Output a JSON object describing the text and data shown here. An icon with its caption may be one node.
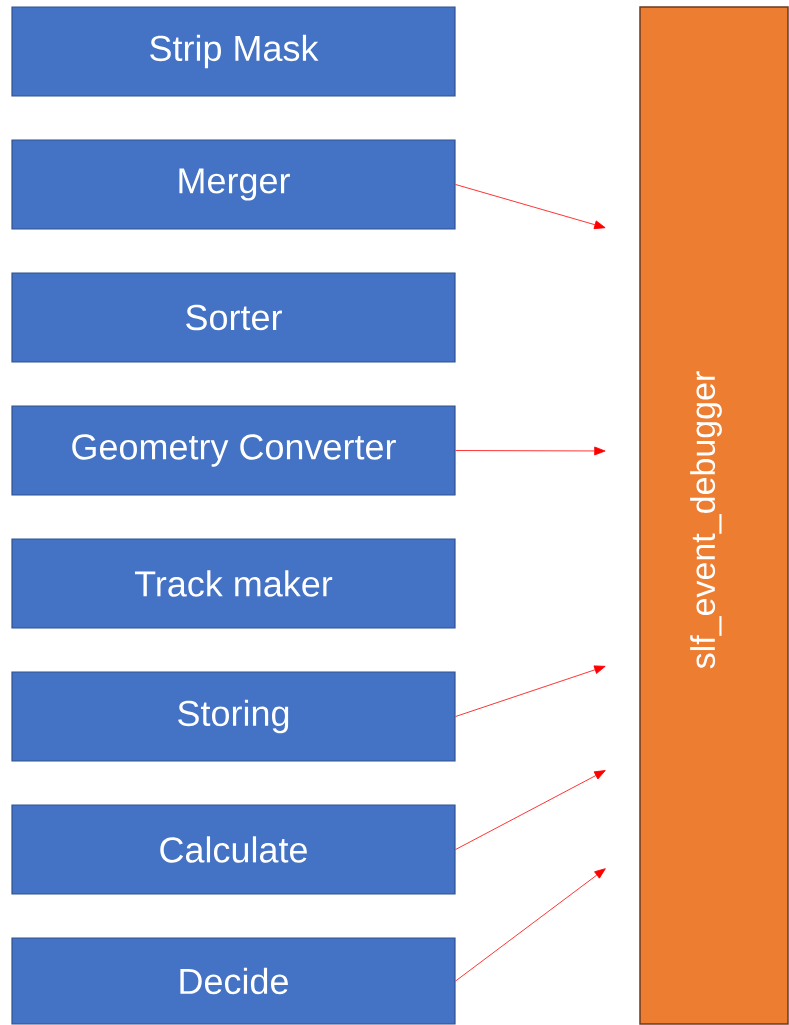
{
  "diagram": {
    "nodes": [
      {
        "text": [
          "Strip Mask"
        ]
      },
      {
        "text": [
          "Merger"
        ]
      },
      {
        "text": [
          "Sorter"
        ]
      },
      {
        "text": [
          "Geometry Converter"
        ]
      },
      {
        "text": [
          "Track maker"
        ]
      },
      {
        "text": [
          "Storing"
        ]
      },
      {
        "text": [
          "Calculate"
        ]
      },
      {
        "text": [
          "Decide"
        ]
      },
      {
        "text": [
          "slf_event_debugger"
        ]
      }
    ],
    "edges": [
      {
        "from": 1,
        "to": 8,
        "arrow": "to"
      },
      {
        "from": 3,
        "to": 8,
        "arrow": "to"
      },
      {
        "from": 5,
        "to": 8,
        "arrow": "to"
      },
      {
        "from": 6,
        "to": 8,
        "arrow": "to"
      },
      {
        "from": 7,
        "to": 8,
        "arrow": "to"
      }
    ]
  }
}
